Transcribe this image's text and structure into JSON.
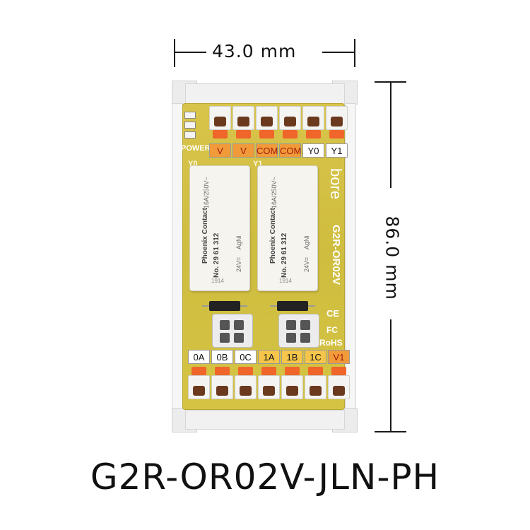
{
  "dimensions": {
    "width_label": "43.0 mm",
    "height_label": "86.0 mm"
  },
  "product": {
    "model": "G2R-OR02V-JLN-PH"
  },
  "board": {
    "power_label": "POWER",
    "brand": "bore",
    "model_silkscreen": "G2R-OR02V",
    "ce_mark": "CE",
    "fc_mark": "FC",
    "rohs_mark": "RoHS",
    "relay_marks": [
      "Y0",
      "Y1"
    ],
    "top_terminals": [
      {
        "label": "V",
        "color": "orange"
      },
      {
        "label": "V",
        "color": "orange"
      },
      {
        "label": "COM",
        "color": "orange"
      },
      {
        "label": "COM",
        "color": "orange"
      },
      {
        "label": "Y0",
        "color": "white"
      },
      {
        "label": "Y1",
        "color": "white"
      }
    ],
    "bottom_terminals": [
      {
        "label": "0A",
        "color": "white"
      },
      {
        "label": "0B",
        "color": "white"
      },
      {
        "label": "0C",
        "color": "white"
      },
      {
        "label": "1A",
        "color": "yellow"
      },
      {
        "label": "1B",
        "color": "yellow"
      },
      {
        "label": "1C",
        "color": "yellow"
      },
      {
        "label": "V1",
        "color": "orange"
      }
    ]
  },
  "relays": [
    {
      "brand": "Phoenix Contact",
      "part_no": "No. 29 61 312",
      "rating": "16A/250V~",
      "coil": "24V=",
      "contact": "AgNi",
      "date_code": "1914"
    },
    {
      "brand": "Phoenix Contact",
      "part_no": "No. 29 61 312",
      "rating": "16A/250V~",
      "coil": "24V=",
      "contact": "AgNi",
      "date_code": "1914"
    }
  ],
  "colors": {
    "board": "#d2c042",
    "lever": "#f0652a",
    "terminal_body": "#f4f4f2"
  }
}
